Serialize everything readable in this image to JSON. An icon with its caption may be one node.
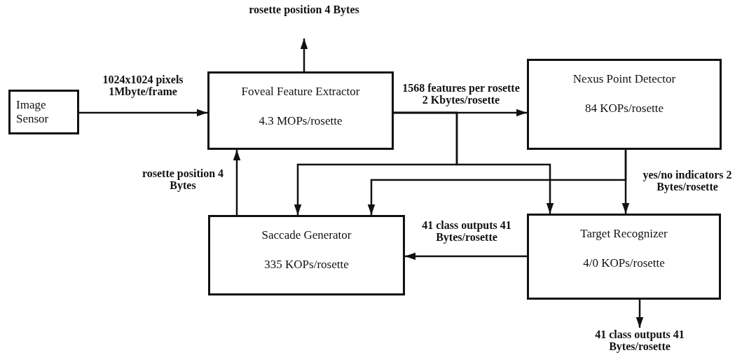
{
  "diagram": {
    "nodes": [
      {
        "text": [
          "Image Sensor"
        ]
      },
      {
        "text": [
          "Foveal Feature Extractor",
          "4.3 MOPs/rosette"
        ]
      },
      {
        "text": [
          "Nexus Point Detector",
          "84 KOPs/rosette"
        ]
      },
      {
        "text": [
          "Saccade Generator",
          "335 KOPs/rosette"
        ]
      },
      {
        "text": [
          "Target Recognizer",
          "4/0 KOPs/rosette"
        ]
      }
    ],
    "edges": [
      {
        "from": 0,
        "to": 1,
        "arrow": "to",
        "label": "1024x1024 pixels 1Mbyte/frame"
      },
      {
        "from": 1,
        "to": null,
        "arrow": "to",
        "label": "rosette position 4 Bytes"
      },
      {
        "from": 1,
        "to": 2,
        "arrow": "to",
        "label": "1568 features per rosette 2 Kbytes/rosette"
      },
      {
        "from": 1,
        "to": 3,
        "arrow": "to"
      },
      {
        "from": 1,
        "to": 4,
        "arrow": "to"
      },
      {
        "from": 2,
        "to": 4,
        "arrow": "to",
        "label": "yes/no indicators 2 Bytes/rosette"
      },
      {
        "from": 2,
        "to": 3,
        "arrow": "to"
      },
      {
        "from": 3,
        "to": 1,
        "arrow": "to",
        "label": "rosette position 4 Bytes"
      },
      {
        "from": 4,
        "to": 3,
        "arrow": "to",
        "label": "41 class outputs 41 Bytes/rosette"
      },
      {
        "from": 4,
        "to": null,
        "arrow": "to",
        "label": "41 class outputs 41 Bytes/rosette"
      }
    ]
  }
}
